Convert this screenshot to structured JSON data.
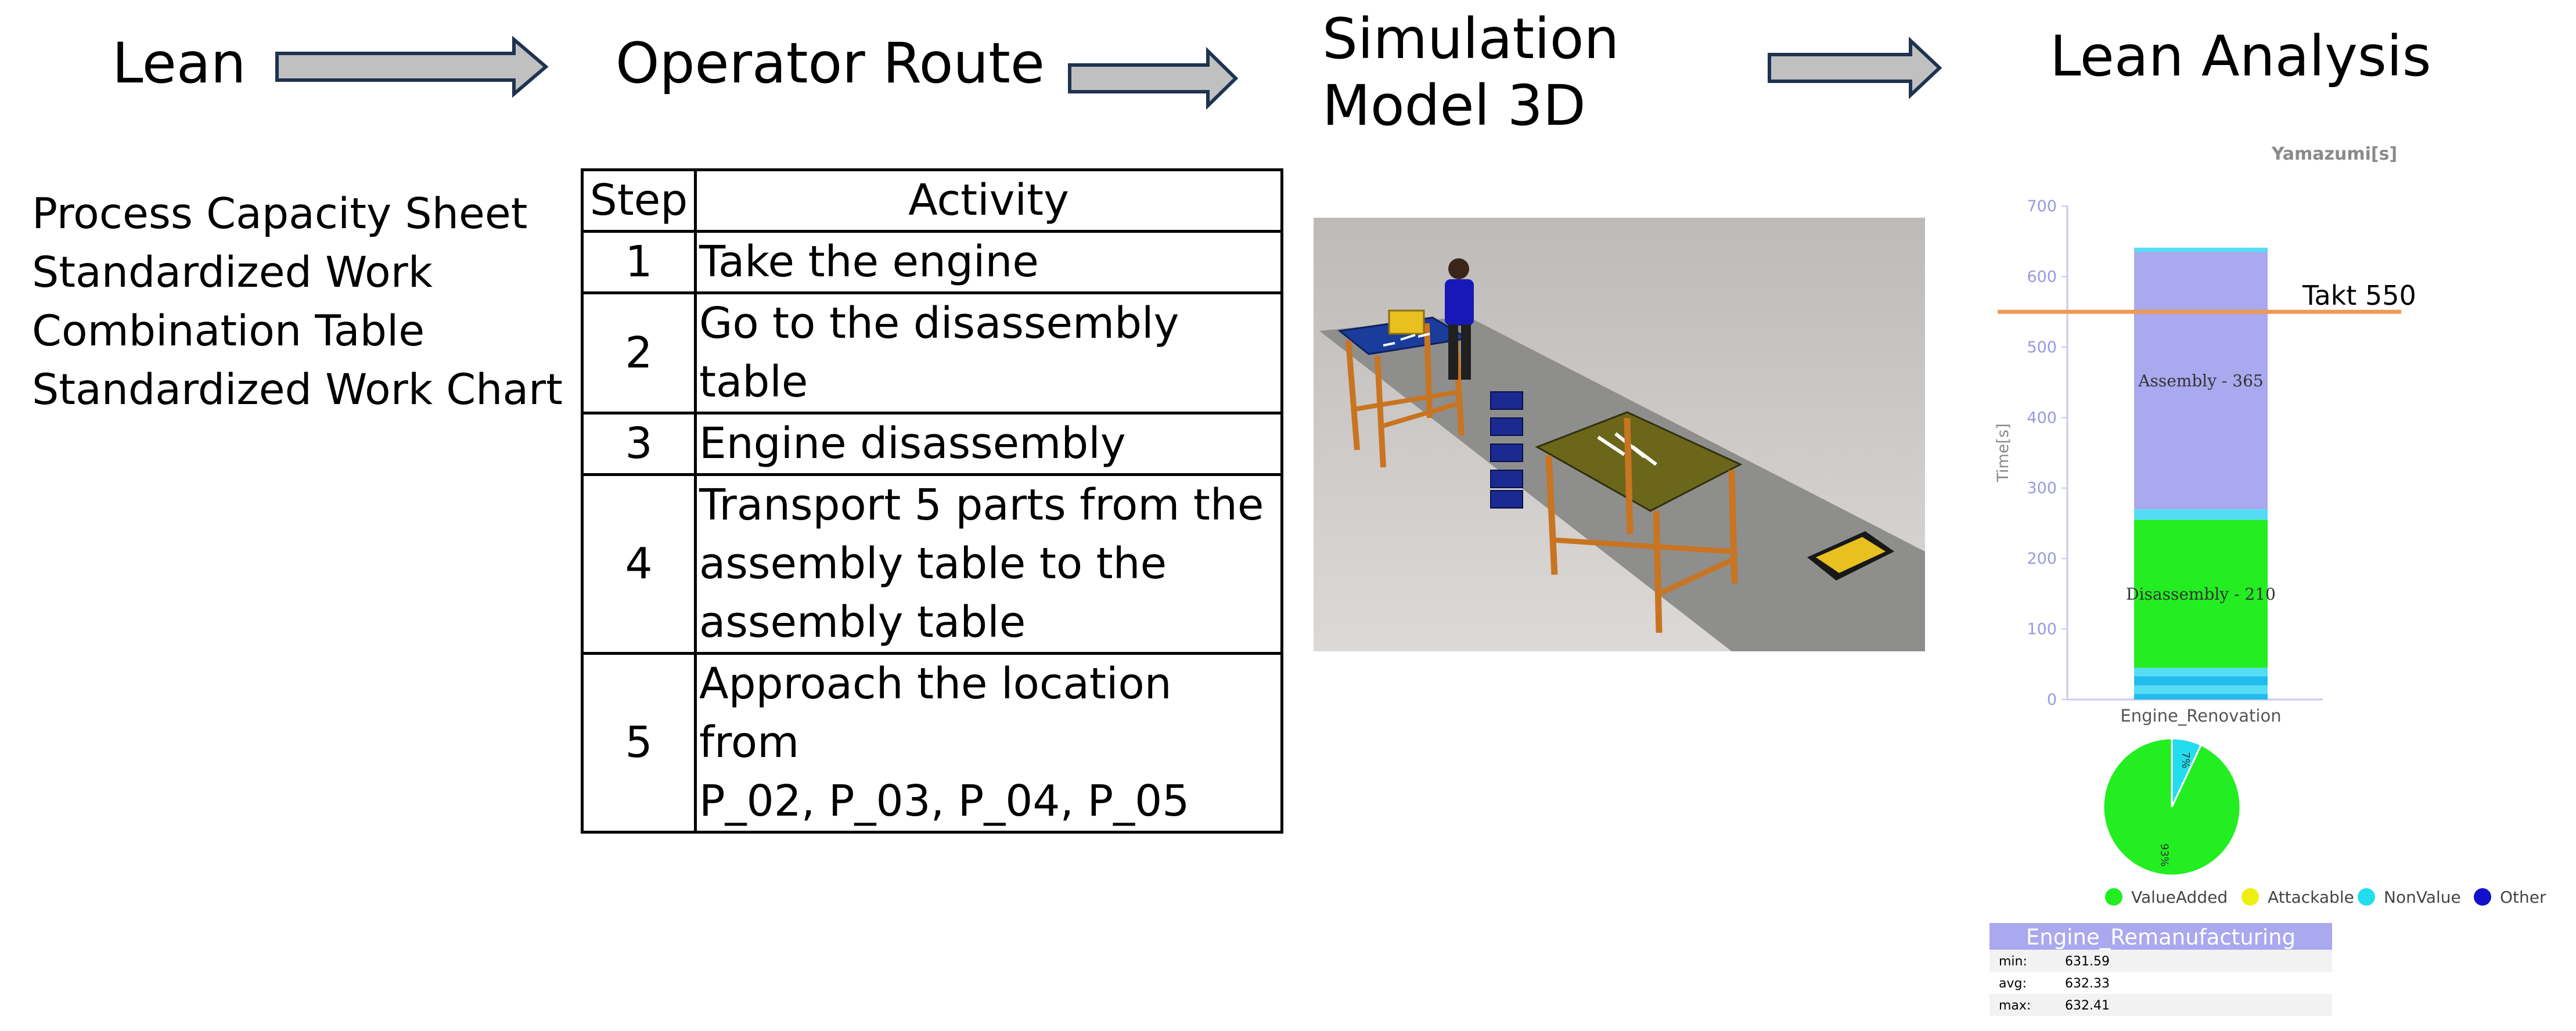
{
  "flow": {
    "steps": [
      {
        "title": "Lean"
      },
      {
        "title": "Operator Route"
      },
      {
        "title_line1": "Simulation",
        "title_line2": "Model 3D"
      },
      {
        "title": "Lean Analysis"
      }
    ],
    "arrow_color": "#c0c0c0",
    "arrow_border": "#1f3350"
  },
  "lean_items": [
    "Process Capacity Sheet",
    "Standardized Work",
    "Combination Table",
    "Standardized Work Chart"
  ],
  "route_table": {
    "headers": [
      "Step",
      "Activity"
    ],
    "rows": [
      {
        "step": "1",
        "lines": [
          "Take the engine"
        ]
      },
      {
        "step": "2",
        "lines": [
          "Go to the disassembly table"
        ]
      },
      {
        "step": "3",
        "lines": [
          "Engine disassembly"
        ]
      },
      {
        "step": "4",
        "lines": [
          "Transport 5 parts from the",
          "assembly table to the",
          "assembly table"
        ]
      },
      {
        "step": "5",
        "lines": [
          "Approach the location from",
          "P_02, P_03, P_04, P_05"
        ]
      }
    ]
  },
  "chart_data": {
    "type": "bar",
    "title": "Yamazumi[s]",
    "ylabel": "Time[s]",
    "categories": [
      "Engine_Renovation"
    ],
    "ylim": [
      0,
      700
    ],
    "yticks": [
      0,
      100,
      200,
      300,
      400,
      500,
      600,
      700
    ],
    "stack": [
      {
        "value": 8,
        "color": "#22bbee"
      },
      {
        "value": 12,
        "color": "#55ddf5"
      },
      {
        "value": 13,
        "color": "#22bbee"
      },
      {
        "value": 12,
        "color": "#55ddf5"
      },
      {
        "value": 210,
        "color": "#22ee22",
        "label": "Disassembly - 210"
      },
      {
        "value": 15,
        "color": "#55ddf5"
      },
      {
        "value": 365,
        "color": "#aaa8ee",
        "label": "Assembly - 365"
      },
      {
        "value": 6,
        "color": "#55ddf5"
      }
    ],
    "takt": {
      "value": 550,
      "label": "Takt 550",
      "color": "#ee9955"
    },
    "grid": false
  },
  "pie": {
    "slices": [
      {
        "name": "ValueAdded",
        "value": 93,
        "color": "#22ee22"
      },
      {
        "name": "NonValue",
        "value": 7,
        "color": "#22ddee"
      }
    ],
    "slice_texts": [
      "93%",
      "7%"
    ]
  },
  "legend": [
    {
      "name": "ValueAdded",
      "color": "#22ee22"
    },
    {
      "name": "Attackable",
      "color": "#eeee11"
    },
    {
      "name": "NonValue",
      "color": "#22ddee"
    },
    {
      "name": "Other",
      "color": "#1111cc"
    }
  ],
  "stats": {
    "title": "Engine_Remanufacturing",
    "header_color": "#aaa8ee",
    "rows": [
      {
        "label": "min:",
        "value": "631.59"
      },
      {
        "label": "avg:",
        "value": "632.33"
      },
      {
        "label": "max:",
        "value": "632.41"
      }
    ]
  }
}
